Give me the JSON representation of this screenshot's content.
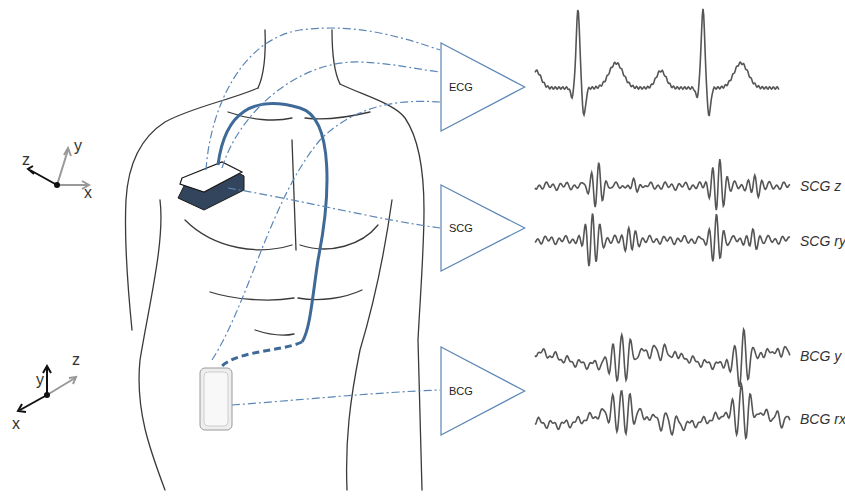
{
  "diagram": {
    "nodes": [
      {
        "text": [
          "ECG"
        ]
      },
      {
        "text": [
          "SCG"
        ]
      },
      {
        "text": [
          "BCG"
        ]
      }
    ],
    "labels": [
      "SCG z",
      "SCG ry",
      "BCG y",
      "BCG rx",
      "y",
      "z",
      "x",
      "y",
      "z",
      "x"
    ]
  }
}
